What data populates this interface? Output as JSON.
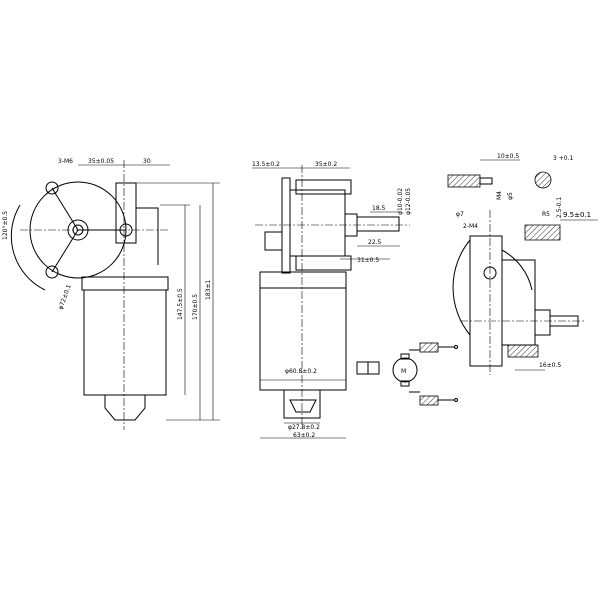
{
  "front_view": {
    "labels": {
      "thread": "3-M6",
      "pitch": "35±0.05",
      "offset": "30",
      "angle": "120°±0.5",
      "bolt_circle": "φ72±0.1",
      "h1": "147.5±0.5",
      "h2": "170±0.5",
      "h3": "183±1"
    }
  },
  "side_view": {
    "labels": {
      "flange": "13.5±0.2",
      "gear_depth": "35±0.2",
      "shaft_len": "18.5",
      "shaft_dia": "φ10-0.02",
      "shaft_dia2": "φ12-0.05",
      "d1": "22.5",
      "d2": "31±0.5",
      "body_dia": "φ60.8±0.2",
      "end_dia": "φ27.8±0.2",
      "width": "63±0.2"
    }
  },
  "detail_view": {
    "labels": {
      "depth": "10±0.5",
      "thread": "M4",
      "hole": "φ5",
      "key_w": "3 +0.1",
      "key_d": "2.5-0.1",
      "radius": "R5",
      "flat": "9.5±0.1",
      "angle": "φ7",
      "bolts": "2-M4",
      "shaft_len": "16±0.5"
    }
  },
  "schematic": {
    "motor_symbol": "M"
  }
}
